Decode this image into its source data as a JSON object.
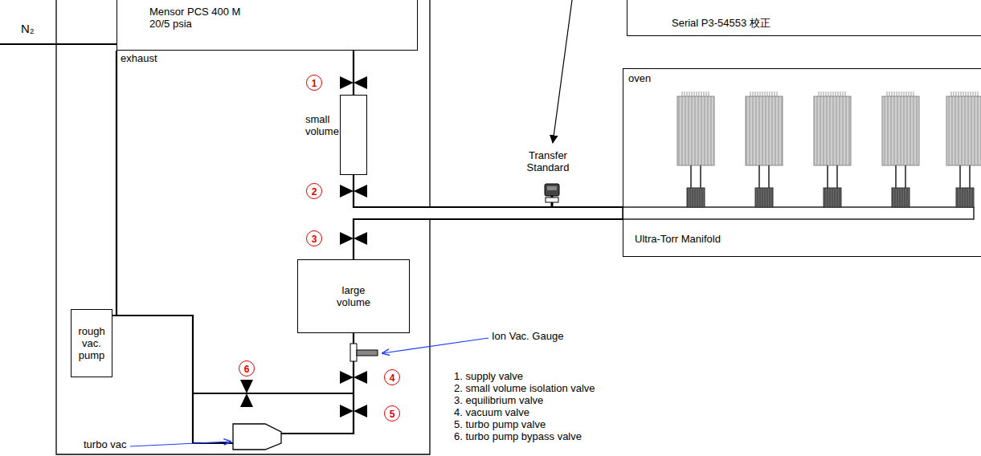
{
  "diagram": {
    "nodes": [
      {
        "text": [
          "Mensor PCS 400 M 20/5 psia"
        ]
      },
      {
        "text": [
          "Serial P3-54553 校正"
        ]
      },
      {
        "text": [
          "small volume"
        ]
      },
      {
        "text": [
          "oven"
        ]
      },
      {
        "text": [
          "large volume"
        ]
      },
      {
        "text": [
          "rough vac. pump"
        ]
      }
    ],
    "edges": [
      {
        "from": 0,
        "to": 2,
        "arrow": "none"
      },
      {
        "from": 2,
        "to": 3,
        "arrow": "none"
      },
      {
        "from": 4,
        "to": 3,
        "arrow": "none"
      },
      {
        "from": 0,
        "to": 5,
        "arrow": "none"
      }
    ],
    "labels": [
      "N₂",
      "exhaust",
      "1",
      "2",
      "3",
      "4",
      "5",
      "6",
      "Transfer Standard",
      "Ultra-Torr Manifold",
      "Ion Vac. Gauge",
      "turbo vac",
      "1. supply valve",
      "2. small volume isolation valve",
      "3. equilibrium valve",
      "4. vacuum valve",
      "5. turbo pump valve",
      "6. turbo pump bypass valve"
    ]
  }
}
